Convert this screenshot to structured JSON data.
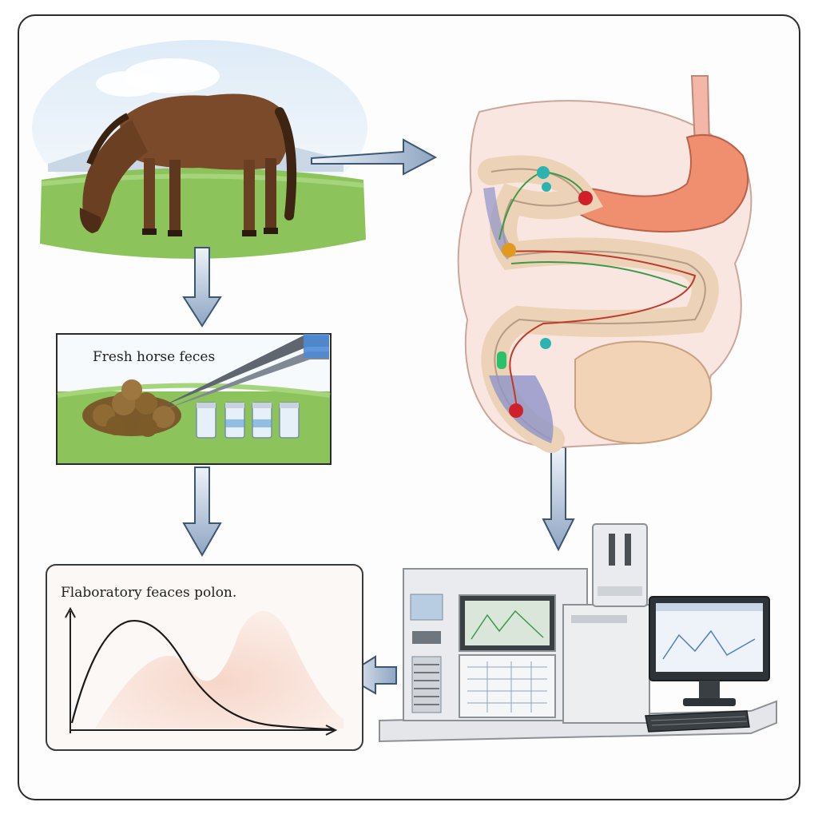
{
  "diagram": {
    "feces_panel": {
      "label": "Fresh horse feces"
    },
    "analysis_panel": {
      "label": "Flaboratory feaces polon."
    }
  },
  "colors": {
    "arrow_fill": "#9fb3cc",
    "arrow_stroke": "#3c5676",
    "grass": "#7fb84b",
    "horse": "#7a4a2a",
    "stomach": "#f08f70",
    "intestine": "#f2d9c0",
    "instrument": "#e7e9ec"
  },
  "icons": [
    "horse-illustration",
    "digestive-tract-illustration",
    "forceps-icon",
    "sample-vial-icon",
    "lab-instrument-illustration",
    "monitor-icon",
    "keyboard-icon"
  ]
}
